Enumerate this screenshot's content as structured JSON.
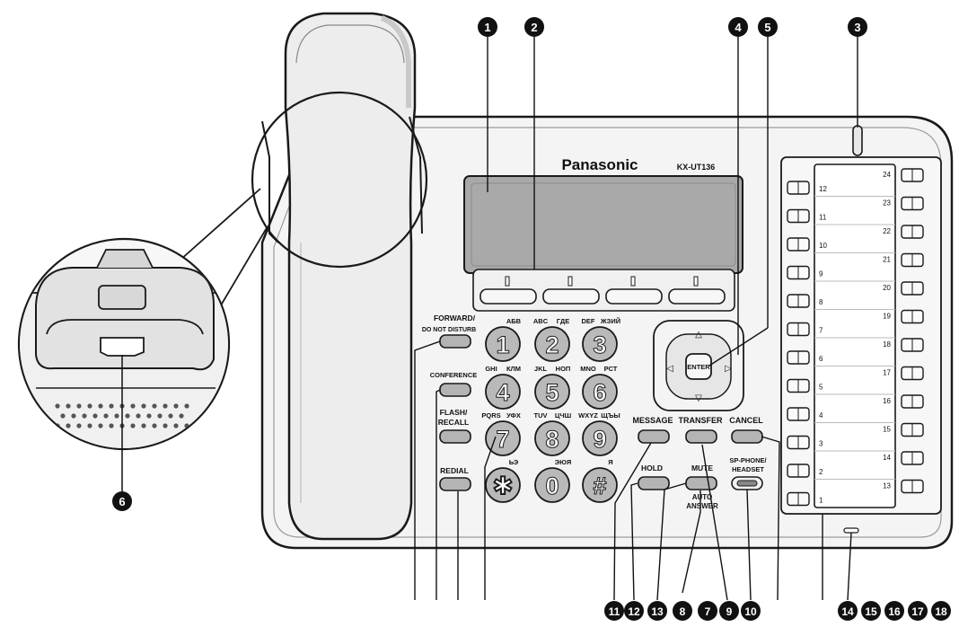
{
  "brand": "Panasonic",
  "model": "KX-UT136",
  "colors": {
    "body": "#ececec",
    "line": "#1a1a1a",
    "screen": "#a9a9a9",
    "button": "#b4b4b4",
    "callout": "#111111"
  },
  "callouts": {
    "c1": "1",
    "c2": "2",
    "c3": "3",
    "c4": "4",
    "c5": "5",
    "c6": "6",
    "bottom": [
      "11",
      "12",
      "13",
      "8",
      "7",
      "9",
      "10",
      "14",
      "15",
      "16",
      "17",
      "18"
    ]
  },
  "function_keys": {
    "forward": [
      "FORWARD/",
      "DO NOT DISTURB"
    ],
    "conference": "CONFERENCE",
    "flash": [
      "FLASH/",
      "RECALL"
    ],
    "redial": "REDIAL",
    "message": "MESSAGE",
    "transfer": "TRANSFER",
    "cancel": "CANCEL",
    "hold": "HOLD",
    "mute": "MUTE",
    "auto_answer": [
      "AUTO",
      "ANSWER"
    ],
    "sp_phone": [
      "SP-PHONE/",
      "HEADSET"
    ]
  },
  "navigator": {
    "enter": "ENTER",
    "up": "△",
    "down": "▽",
    "left": "◁",
    "right": "▷"
  },
  "dial_keys": [
    {
      "digit": "1",
      "letters": "",
      "alt": "АБВ"
    },
    {
      "digit": "2",
      "letters": "ABC",
      "alt": "ГДЕ"
    },
    {
      "digit": "3",
      "letters": "DEF",
      "alt": "ЖЗИЙ"
    },
    {
      "digit": "4",
      "letters": "GHI",
      "alt": "КЛМ"
    },
    {
      "digit": "5",
      "letters": "JKL",
      "alt": "НОП"
    },
    {
      "digit": "6",
      "letters": "MNO",
      "alt": "РСТ"
    },
    {
      "digit": "7",
      "letters": "PQRS",
      "alt": "УФХ"
    },
    {
      "digit": "8",
      "letters": "TUV",
      "alt": "ЦЧШ"
    },
    {
      "digit": "9",
      "letters": "WXYZ",
      "alt": "ЩЪЫ"
    },
    {
      "digit": "✱",
      "letters": "",
      "alt": "ЬЭ"
    },
    {
      "digit": "0",
      "letters": "",
      "alt": "ЭЮЯ"
    },
    {
      "digit": "#",
      "letters": "",
      "alt": "Я"
    }
  ],
  "directory": {
    "left": [
      "12",
      "11",
      "10",
      "9",
      "8",
      "7",
      "6",
      "5",
      "4",
      "3",
      "2",
      "1"
    ],
    "right": [
      "24",
      "23",
      "22",
      "21",
      "20",
      "19",
      "18",
      "17",
      "16",
      "15",
      "14",
      "13"
    ]
  }
}
